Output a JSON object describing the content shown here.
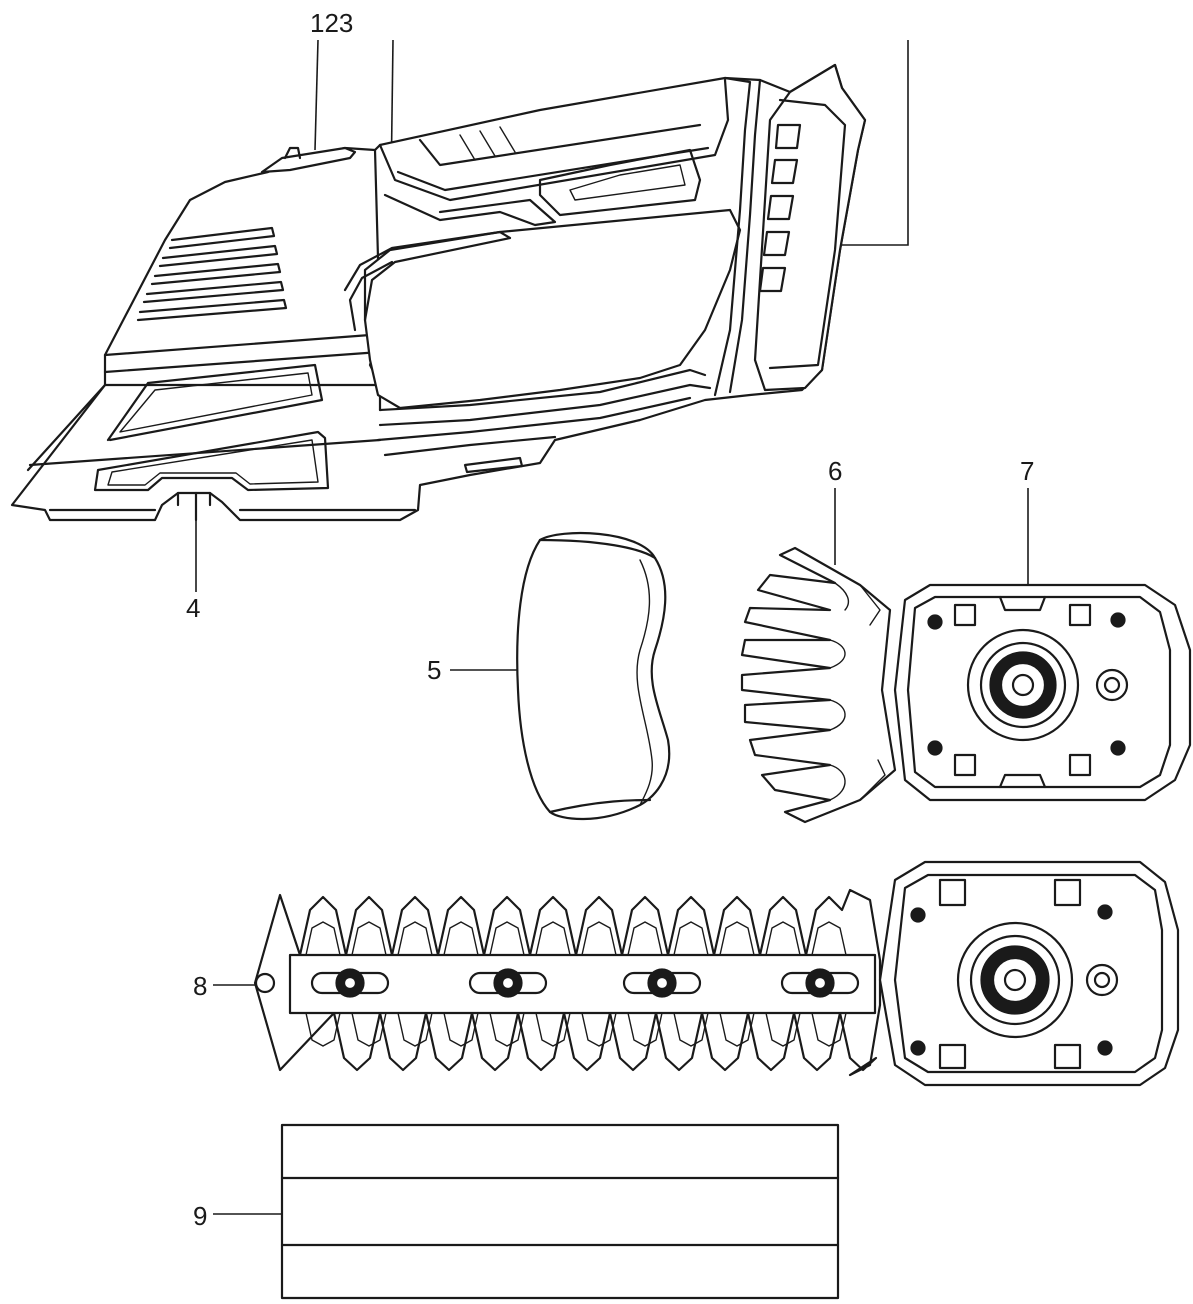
{
  "labels": {
    "l123": "123",
    "l4": "4",
    "l5": "5",
    "l6": "6",
    "l7": "7",
    "l8": "8",
    "l9": "9"
  },
  "colors": {
    "ink": "#1a1a1a",
    "background": "#ffffff"
  }
}
